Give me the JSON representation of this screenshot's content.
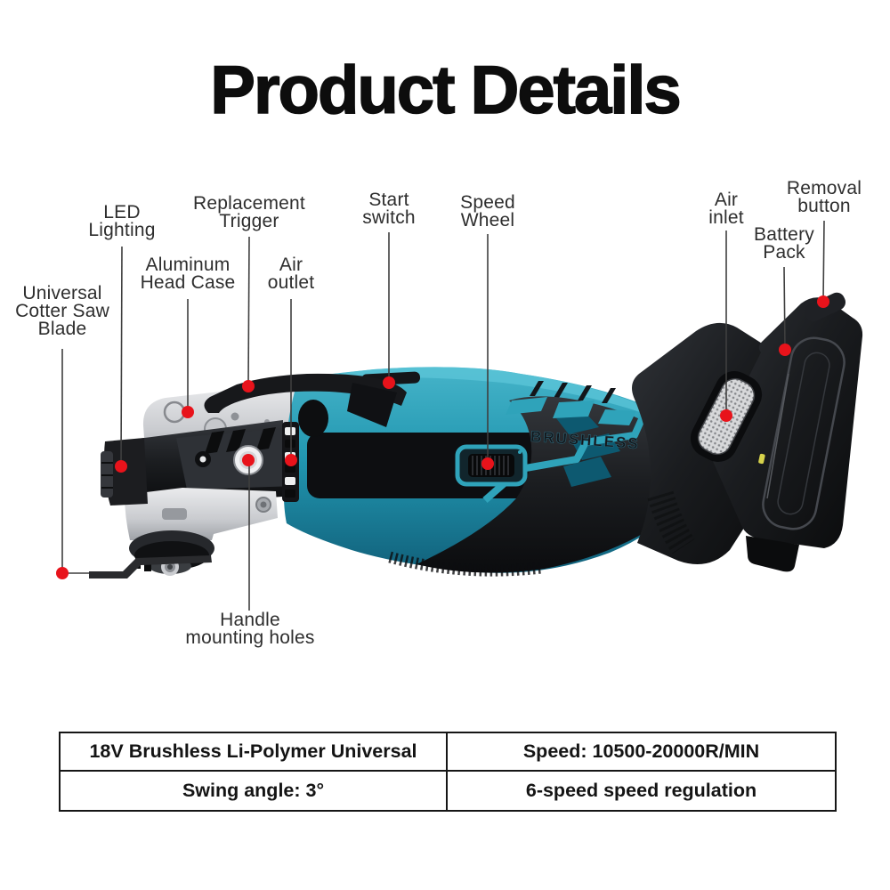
{
  "page": {
    "title": "Product Details"
  },
  "tool": {
    "engraving": "BRUSHLESS"
  },
  "labels": {
    "saw_blade": "Universal\nCotter Saw\nBlade",
    "led_lighting": "LED\nLighting",
    "aluminum_head_case": "Aluminum\nHead Case",
    "replacement_trigger": "Replacement\nTrigger",
    "air_outlet": "Air\noutlet",
    "start_switch": "Start\nswitch",
    "speed_wheel": "Speed\nWheel",
    "air_inlet": "Air\ninlet",
    "battery_pack": "Battery\nPack",
    "removal_button": "Removal\nbutton",
    "handle_mounting_holes": "Handle\nmounting holes"
  },
  "colors": {
    "callout_dot": "#e8131b",
    "leader_line": "#3f3f3f",
    "teal_body": "#2196b0",
    "teal_light": "#46b4c9",
    "teal_accent": "#2fa3ba",
    "teal_dark": "#11607a",
    "charcoal": "#1b1d20",
    "silver": "#c9cbcf",
    "black": "#0b0c0e"
  },
  "spec_table": {
    "rows": [
      {
        "left": "18V Brushless Li-Polymer Universal",
        "right": "Speed: 10500-20000R/MIN"
      },
      {
        "left": "Swing angle: 3°",
        "right": "6-speed speed regulation"
      }
    ]
  }
}
